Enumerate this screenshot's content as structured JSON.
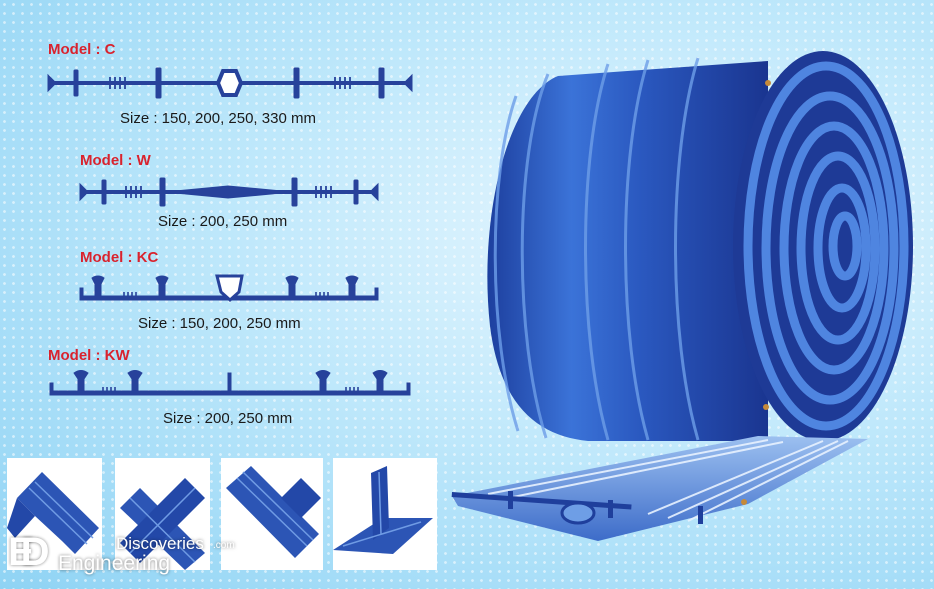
{
  "models": [
    {
      "label": "Model : C",
      "size": "Size : 150, 200, 250, 330 mm"
    },
    {
      "label": "Model : W",
      "size": "Size : 200, 250 mm"
    },
    {
      "label": "Model : KC",
      "size": "Size : 150, 200, 250 mm"
    },
    {
      "label": "Model : KW",
      "size": "Size : 200, 250 mm"
    }
  ],
  "watermark": {
    "logo_letters": "ED",
    "line1": "Discoveries",
    "suffix": ".com",
    "line2": "Engineering"
  },
  "colors": {
    "profile": "#27429b",
    "label": "#d9232e",
    "roll": "#2f5fc4"
  }
}
